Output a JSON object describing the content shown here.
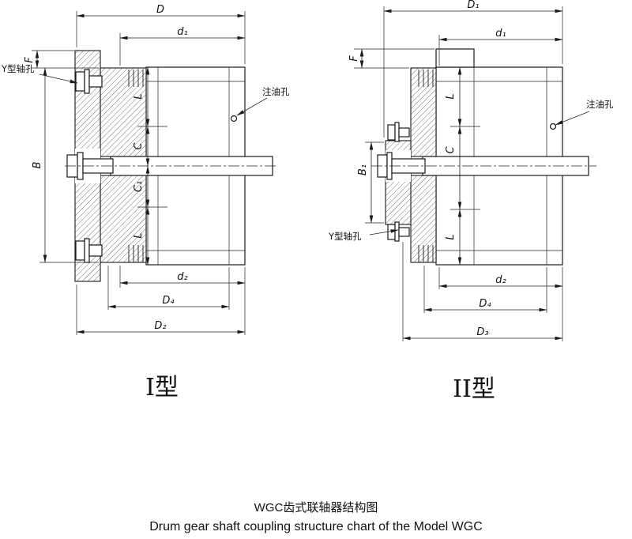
{
  "captions": {
    "title_cn": "WGC齿式联轴器结构图",
    "title_en": "Drum gear shaft coupling structure chart of the Model WGC"
  },
  "left_view": {
    "type_label": "I型",
    "dims": {
      "D": "D",
      "d1": "d₁",
      "F": "F",
      "B": "B",
      "L_top": "L",
      "C": "C",
      "C1": "C₁",
      "L_bottom": "L",
      "d2": "d₂",
      "D4": "D₄",
      "D2": "D₂"
    },
    "labels": {
      "shaft_hole": "Y型轴孔",
      "oil_hole": "注油孔"
    }
  },
  "right_view": {
    "type_label": "II型",
    "dims": {
      "D1": "D₁",
      "d1": "d₁",
      "F": "F",
      "B1": "B₁",
      "L_top": "L",
      "C": "C",
      "L_bottom": "L",
      "d2": "d₂",
      "D4": "D₄",
      "D3": "D₃"
    },
    "labels": {
      "shaft_hole": "Y型轴孔",
      "oil_hole": "注油孔"
    }
  }
}
